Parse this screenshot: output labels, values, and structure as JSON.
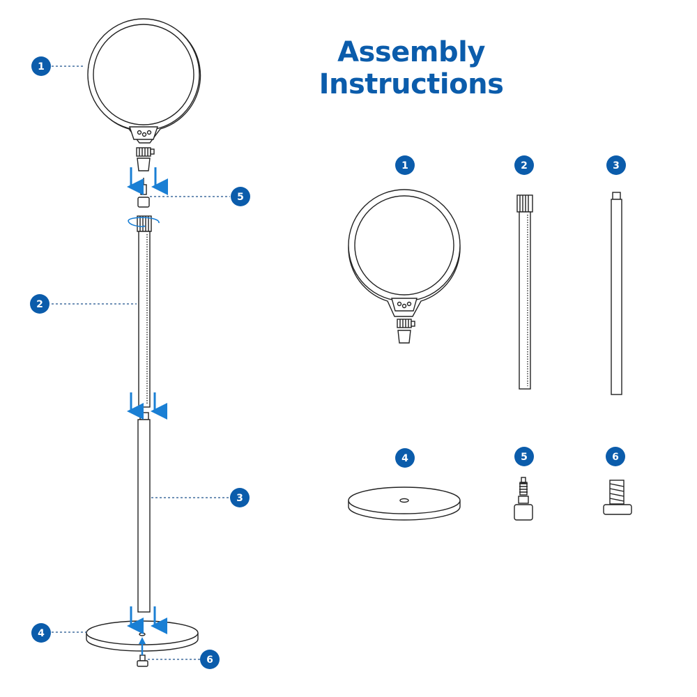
{
  "title": "Assembly Instructions",
  "colors": {
    "accent": "#0b5cab",
    "arrow": "#1a7fd4",
    "line": "#222222"
  },
  "callouts": {
    "ring": "1",
    "upper_pole": "2",
    "lower_pole": "3",
    "base": "4",
    "adapter": "5",
    "screw": "6"
  },
  "parts": [
    {
      "number": "1",
      "part": "ring-light"
    },
    {
      "number": "2",
      "part": "upper-pole"
    },
    {
      "number": "3",
      "part": "lower-pole"
    },
    {
      "number": "4",
      "part": "base-plate"
    },
    {
      "number": "5",
      "part": "screw-adapter"
    },
    {
      "number": "6",
      "part": "base-screw"
    }
  ]
}
